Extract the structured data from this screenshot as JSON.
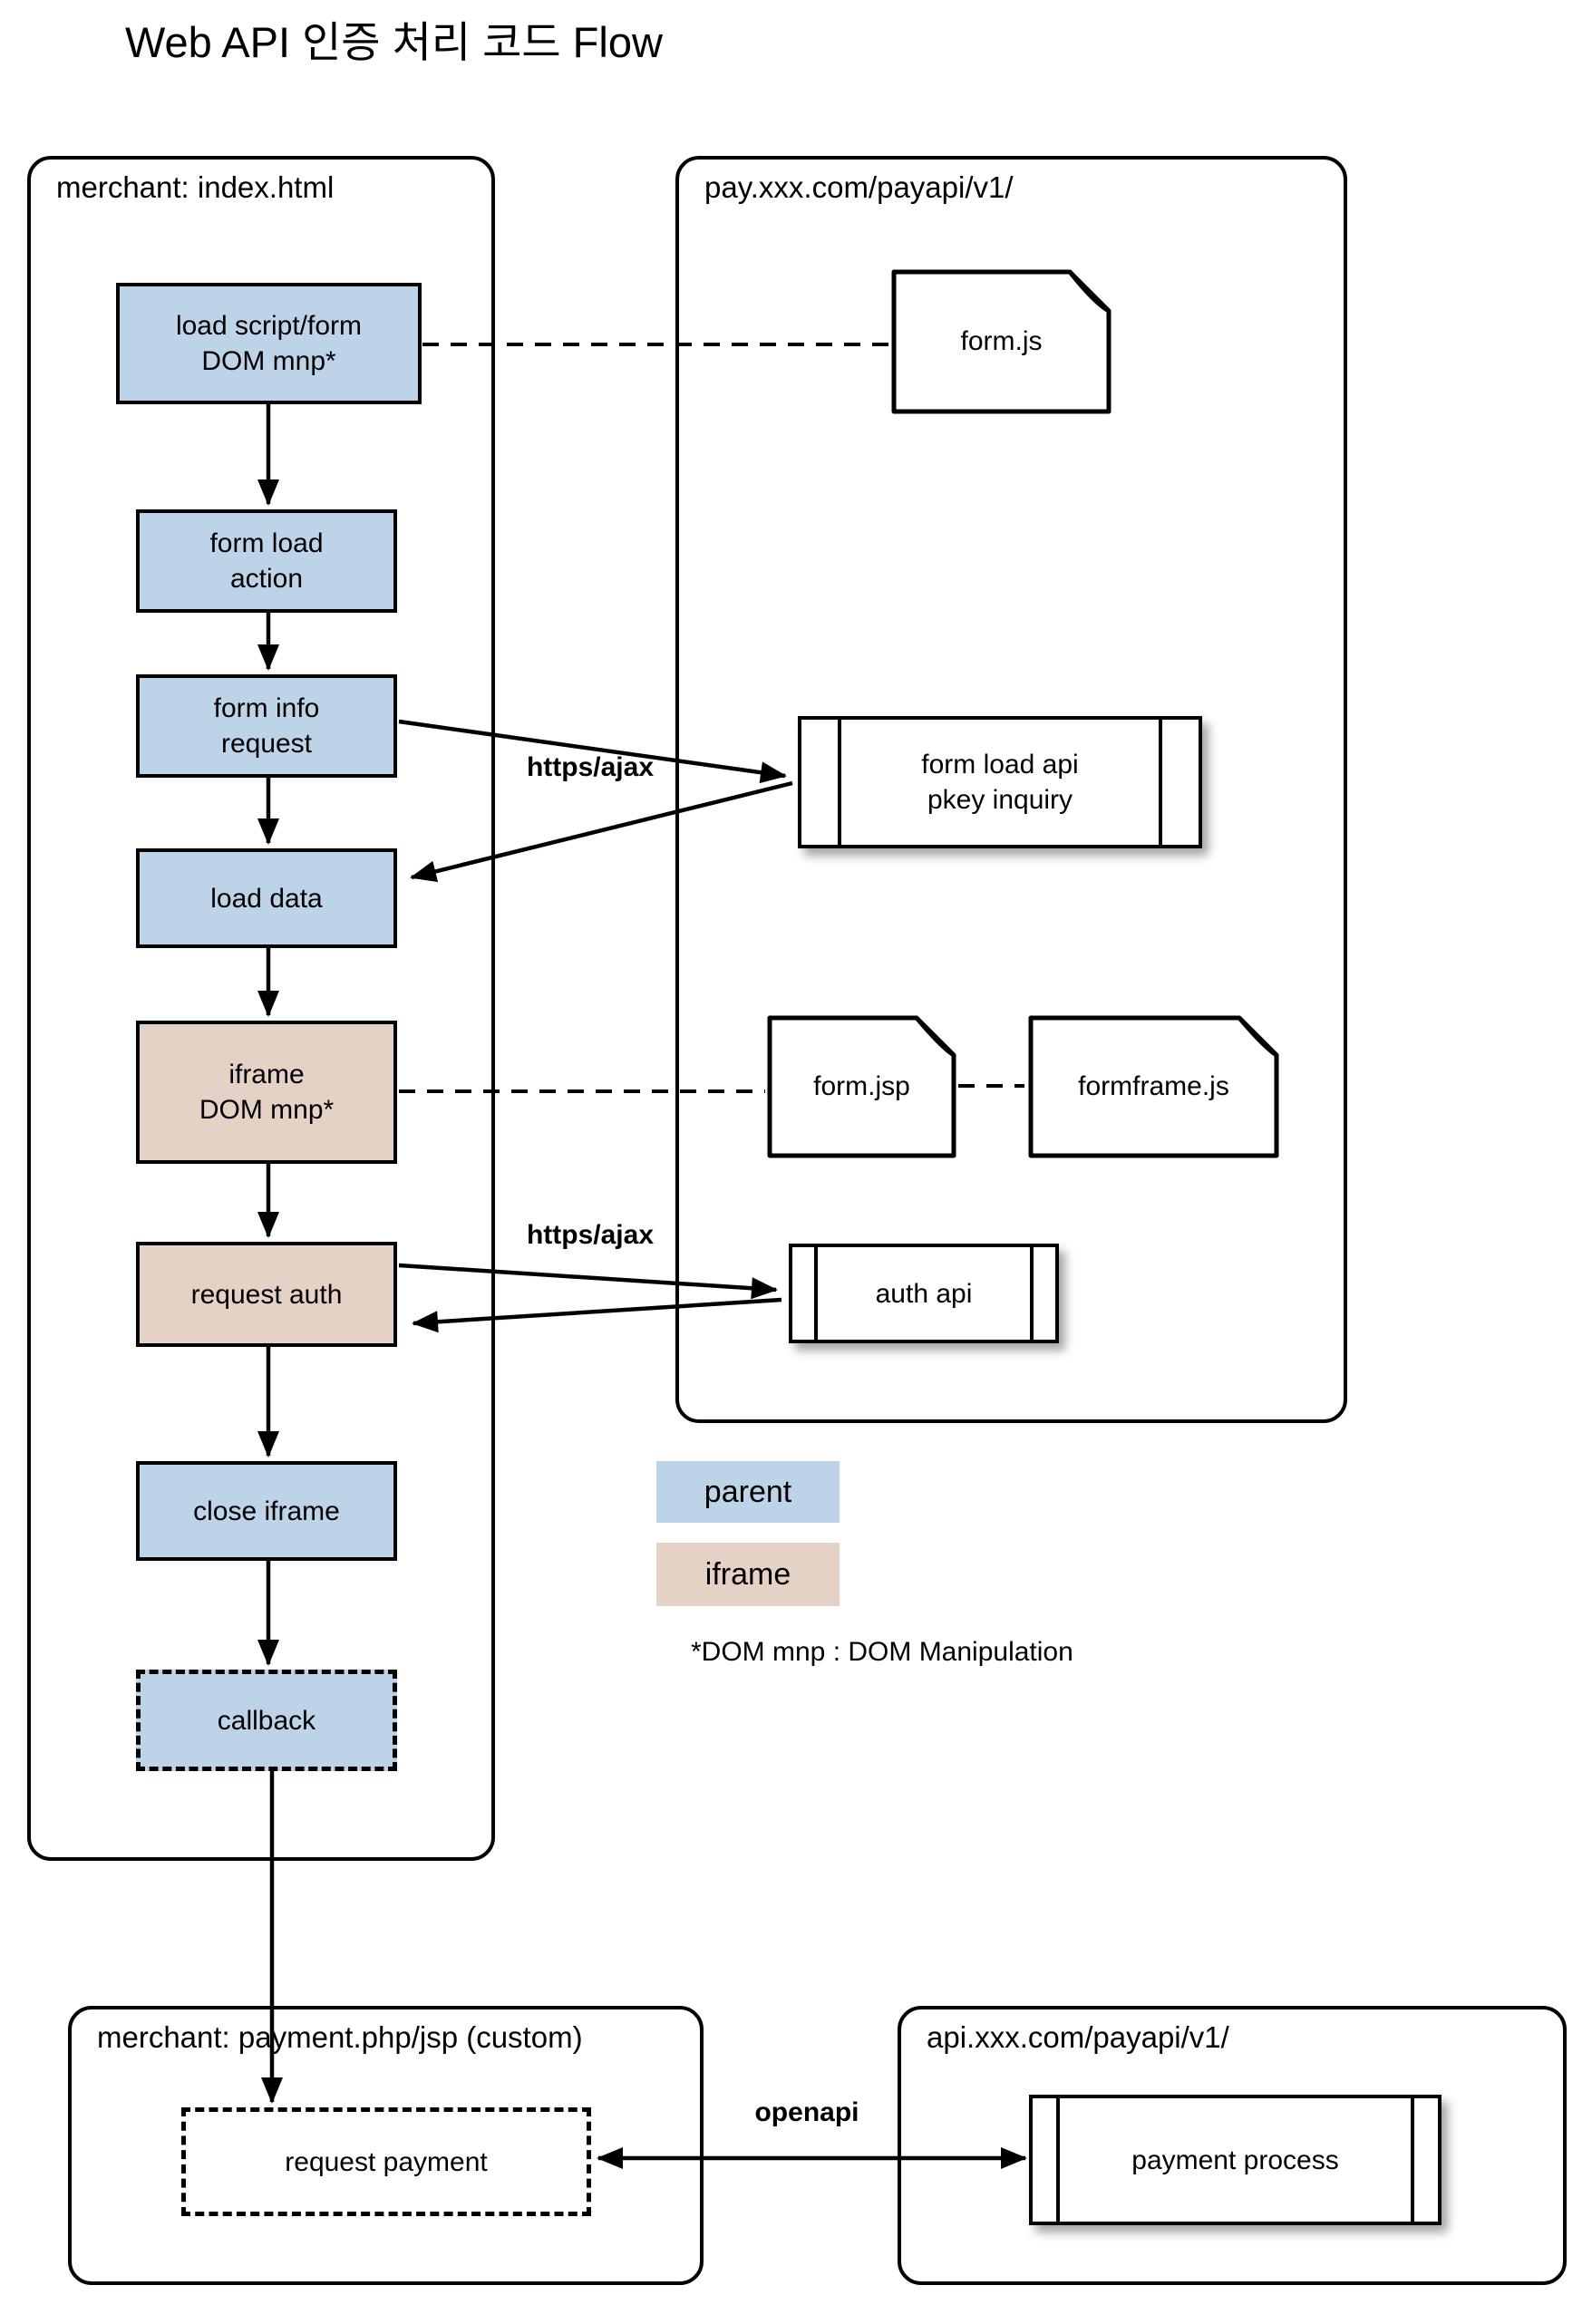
{
  "title": "Web API 인증 처리 코드 Flow",
  "colors": {
    "parent": "#bdd3e8",
    "iframe": "#e5d2c6"
  },
  "containers": {
    "merchant_index": "merchant: index.html",
    "pay_api": "pay.xxx.com/payapi/v1/",
    "merchant_payment": "merchant: payment.php/jsp (custom)",
    "api": "api.xxx.com/payapi/v1/"
  },
  "nodes": {
    "load_script_form": "load script/form\nDOM mnp*",
    "form_load_action": "form load\naction",
    "form_info_request": "form info\nrequest",
    "load_data": "load data",
    "iframe_dom_mnp": "iframe\nDOM mnp*",
    "request_auth": "request auth",
    "close_iframe": "close iframe",
    "callback": "callback",
    "request_payment": "request payment",
    "form_js": "form.js",
    "form_load_api": "form load api\npkey inquiry",
    "form_jsp": "form.jsp",
    "formframe_js": "formframe.js",
    "auth_api": "auth api",
    "payment_process": "payment process"
  },
  "edge_labels": {
    "https_ajax_top": "https/ajax",
    "https_ajax_bottom": "https/ajax",
    "openapi": "openapi"
  },
  "legend": {
    "parent": "parent",
    "iframe": "iframe",
    "note": "*DOM mnp : DOM Manipulation"
  }
}
